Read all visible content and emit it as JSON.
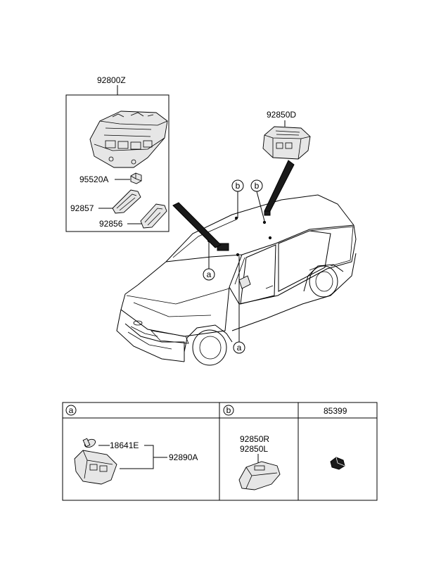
{
  "colors": {
    "ink": "#000000",
    "paper": "#ffffff",
    "part_fill": "#e6e6e6"
  },
  "labels": {
    "assembly_overhead": "92800Z",
    "roof_lamp": "92850D",
    "switch": "95520A",
    "lens_left": "92857",
    "lens_right": "92856"
  },
  "callouts": {
    "a": "a",
    "b": "b"
  },
  "table": {
    "col_a": "a",
    "col_b": "b",
    "col_c": "85399",
    "a_bulb": "18641E",
    "a_lamp": "92890A",
    "b_lamp_r": "92850R",
    "b_lamp_l": "92850L"
  }
}
